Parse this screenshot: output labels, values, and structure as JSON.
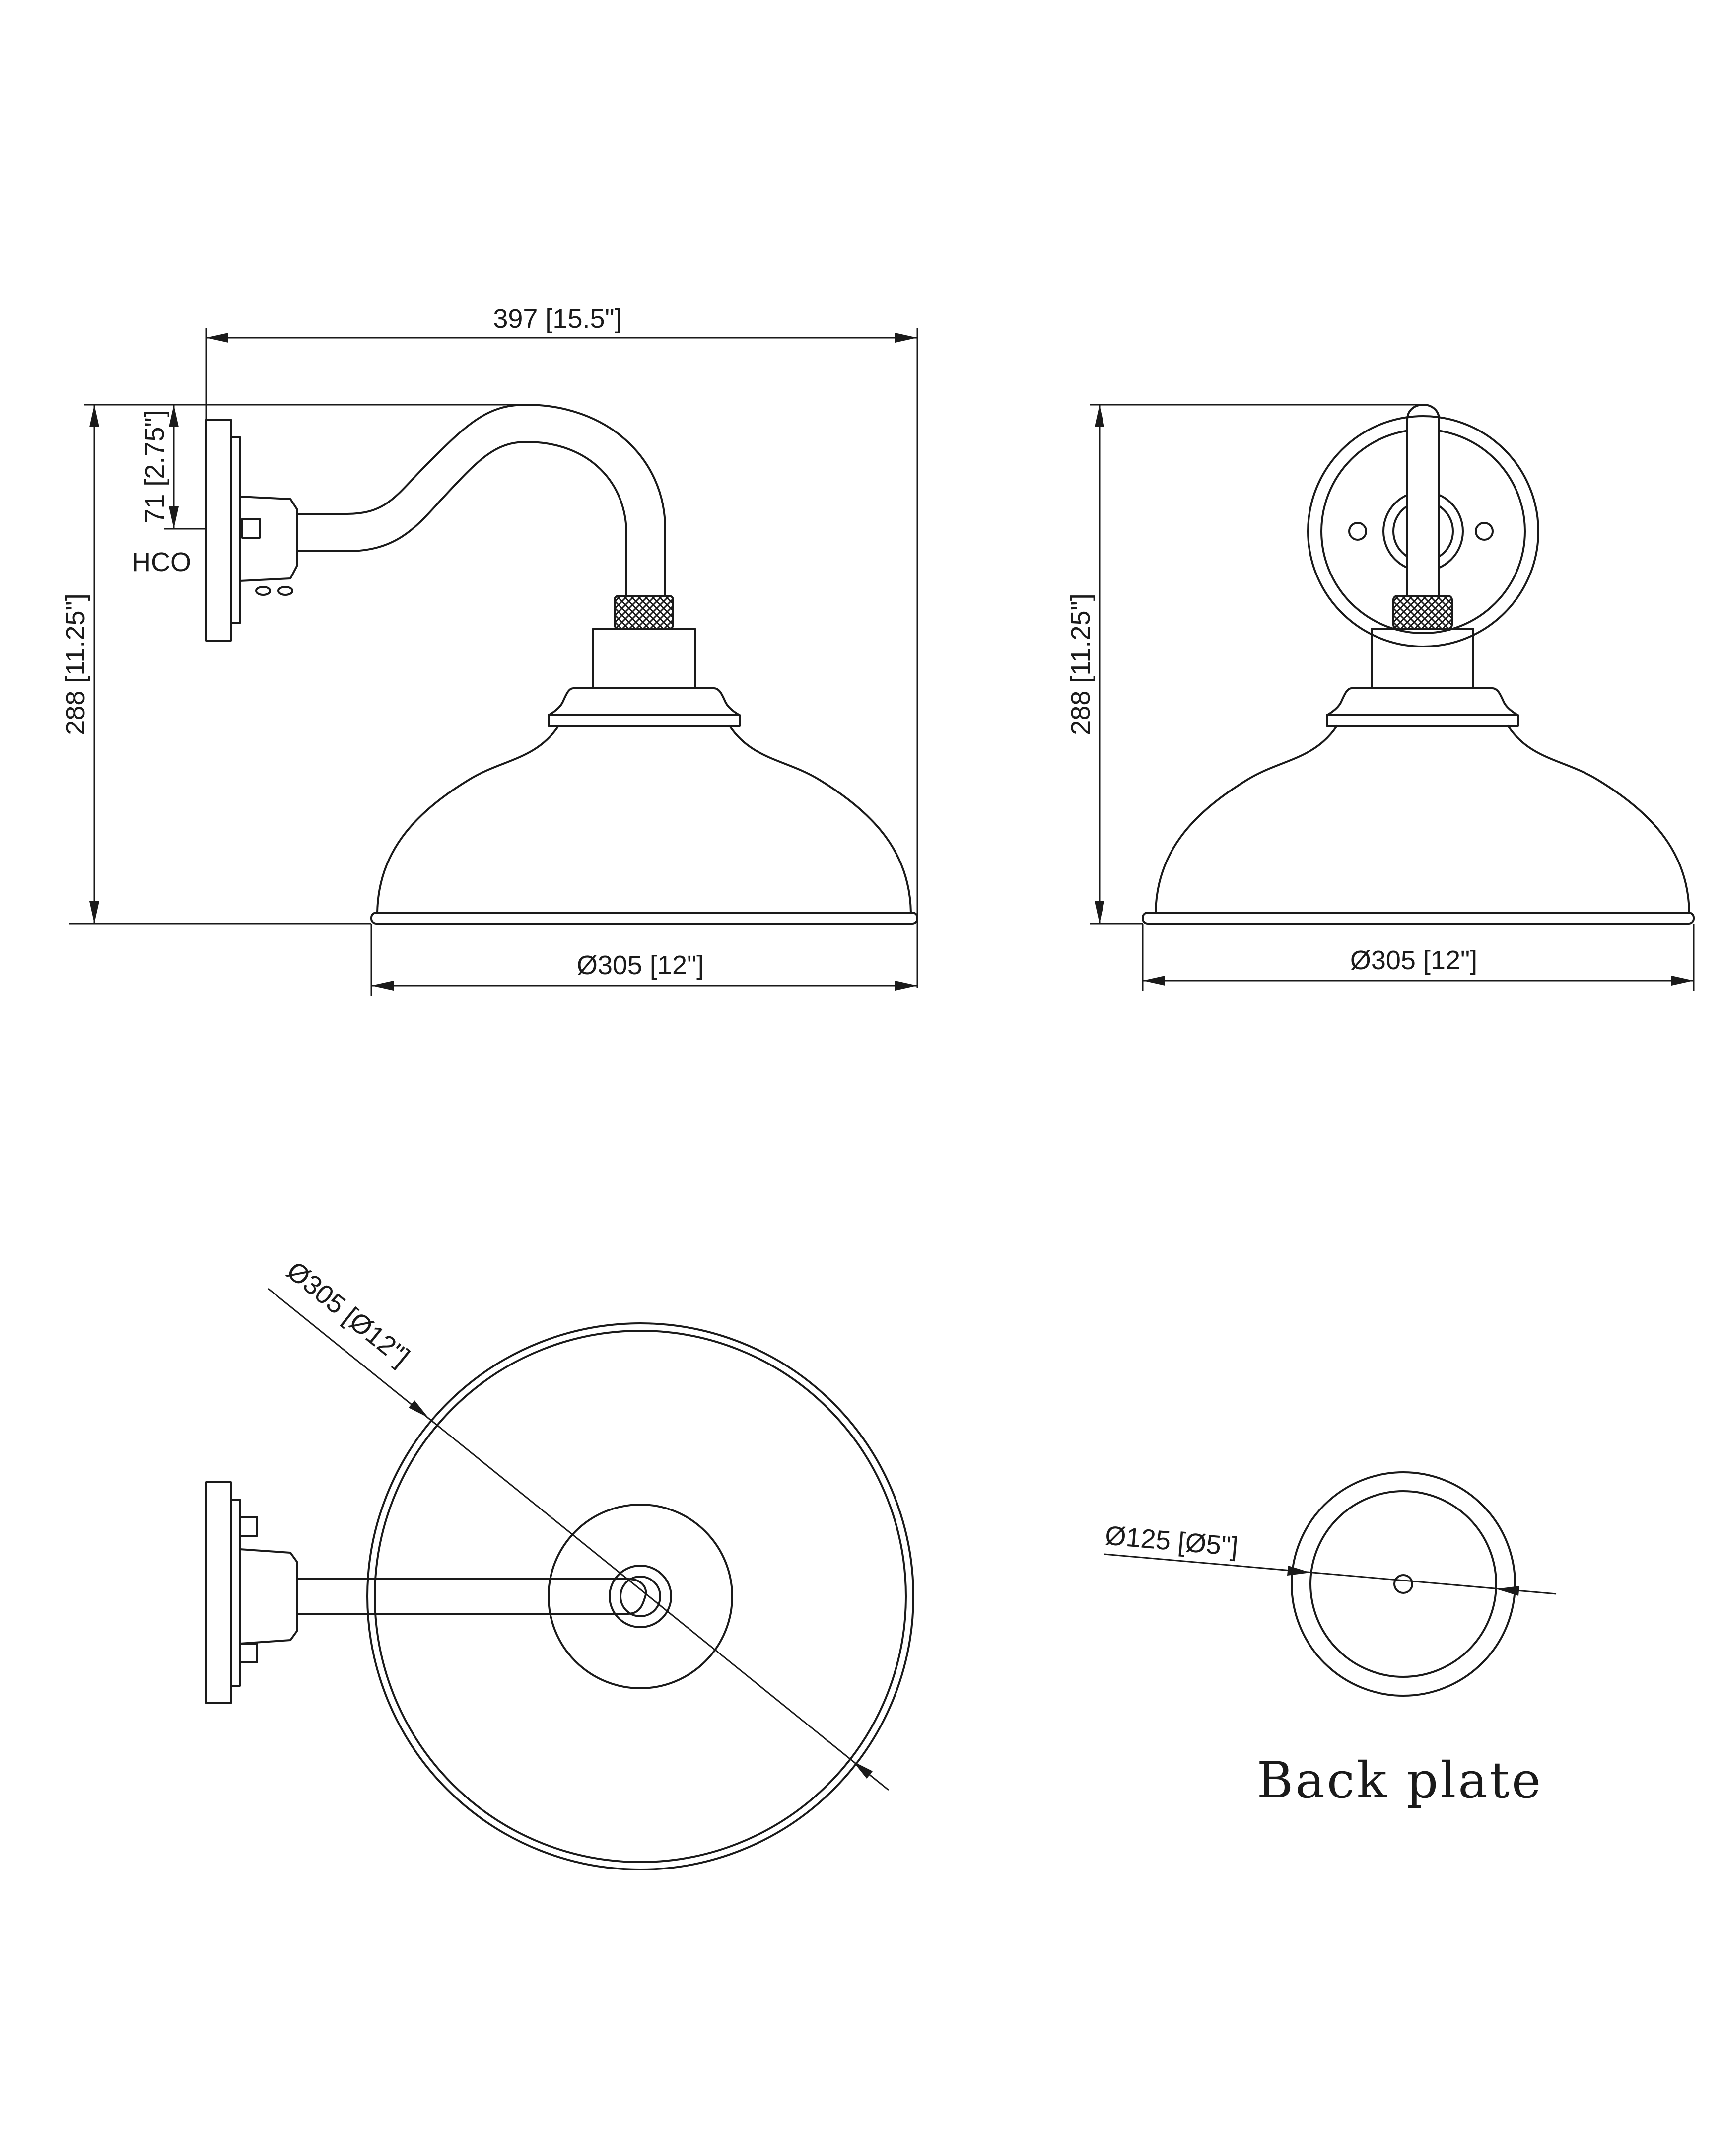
{
  "side_view": {
    "width_label": "397 [15.5\"]",
    "height_label": "288 [11.25\"]",
    "hco_offset_label": "71 [2.75\"]",
    "hco_label": "HCO",
    "shade_diameter_label": "Ø305 [12\"]"
  },
  "front_view": {
    "height_label": "288 [11.25\"]",
    "shade_diameter_label": "Ø305 [12\"]"
  },
  "top_view": {
    "shade_diameter_label": "Ø305 [Ø12\"]"
  },
  "back_plate_view": {
    "diameter_label": "Ø125 [Ø5\"]",
    "caption": "Back plate"
  }
}
